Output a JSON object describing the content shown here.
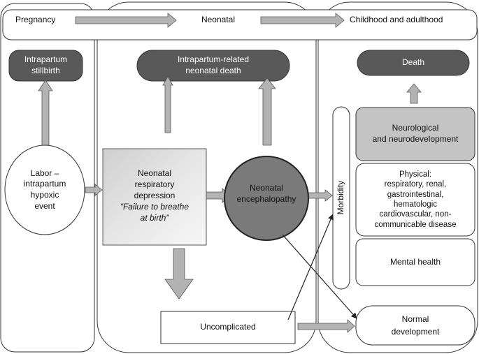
{
  "timeline": {
    "pregnancy": "Pregnancy",
    "neonatal": "Neonatal",
    "childhood": "Childhood and adulthood"
  },
  "outcomes": {
    "stillbirth": "Intrapartum\nstillbirth",
    "neonatal_death": "Intrapartum-related\nneonatal death",
    "death": "Death"
  },
  "nodes": {
    "labor_event": "Labor –\nintrapartum\nhypoxic\nevent",
    "respiratory_depression": "Neonatal\nrespiratory\ndepression",
    "respiratory_depression_quote": "“Failure to breathe\nat birth”",
    "encephalopathy": "Neonatal\nencephalopathy",
    "uncomplicated": "Uncomplicated",
    "morbidity": "Morbidity",
    "neurological": "Neurological\nand neurodevelopment",
    "physical": "Physical:\nrespiratory, renal,\ngastrointestinal,\nhematologic\ncardiovascular, non-\ncommunicable disease",
    "mental_health": "Mental health",
    "normal_development": "Normal\ndevelopment"
  },
  "colors": {
    "dark_fill": "#595959",
    "encephalopathy_fill": "#7a7a7a",
    "arrow_fill": "#b3b3b3",
    "neuro_fill": "#c4c4c4",
    "stroke": "#333333"
  }
}
